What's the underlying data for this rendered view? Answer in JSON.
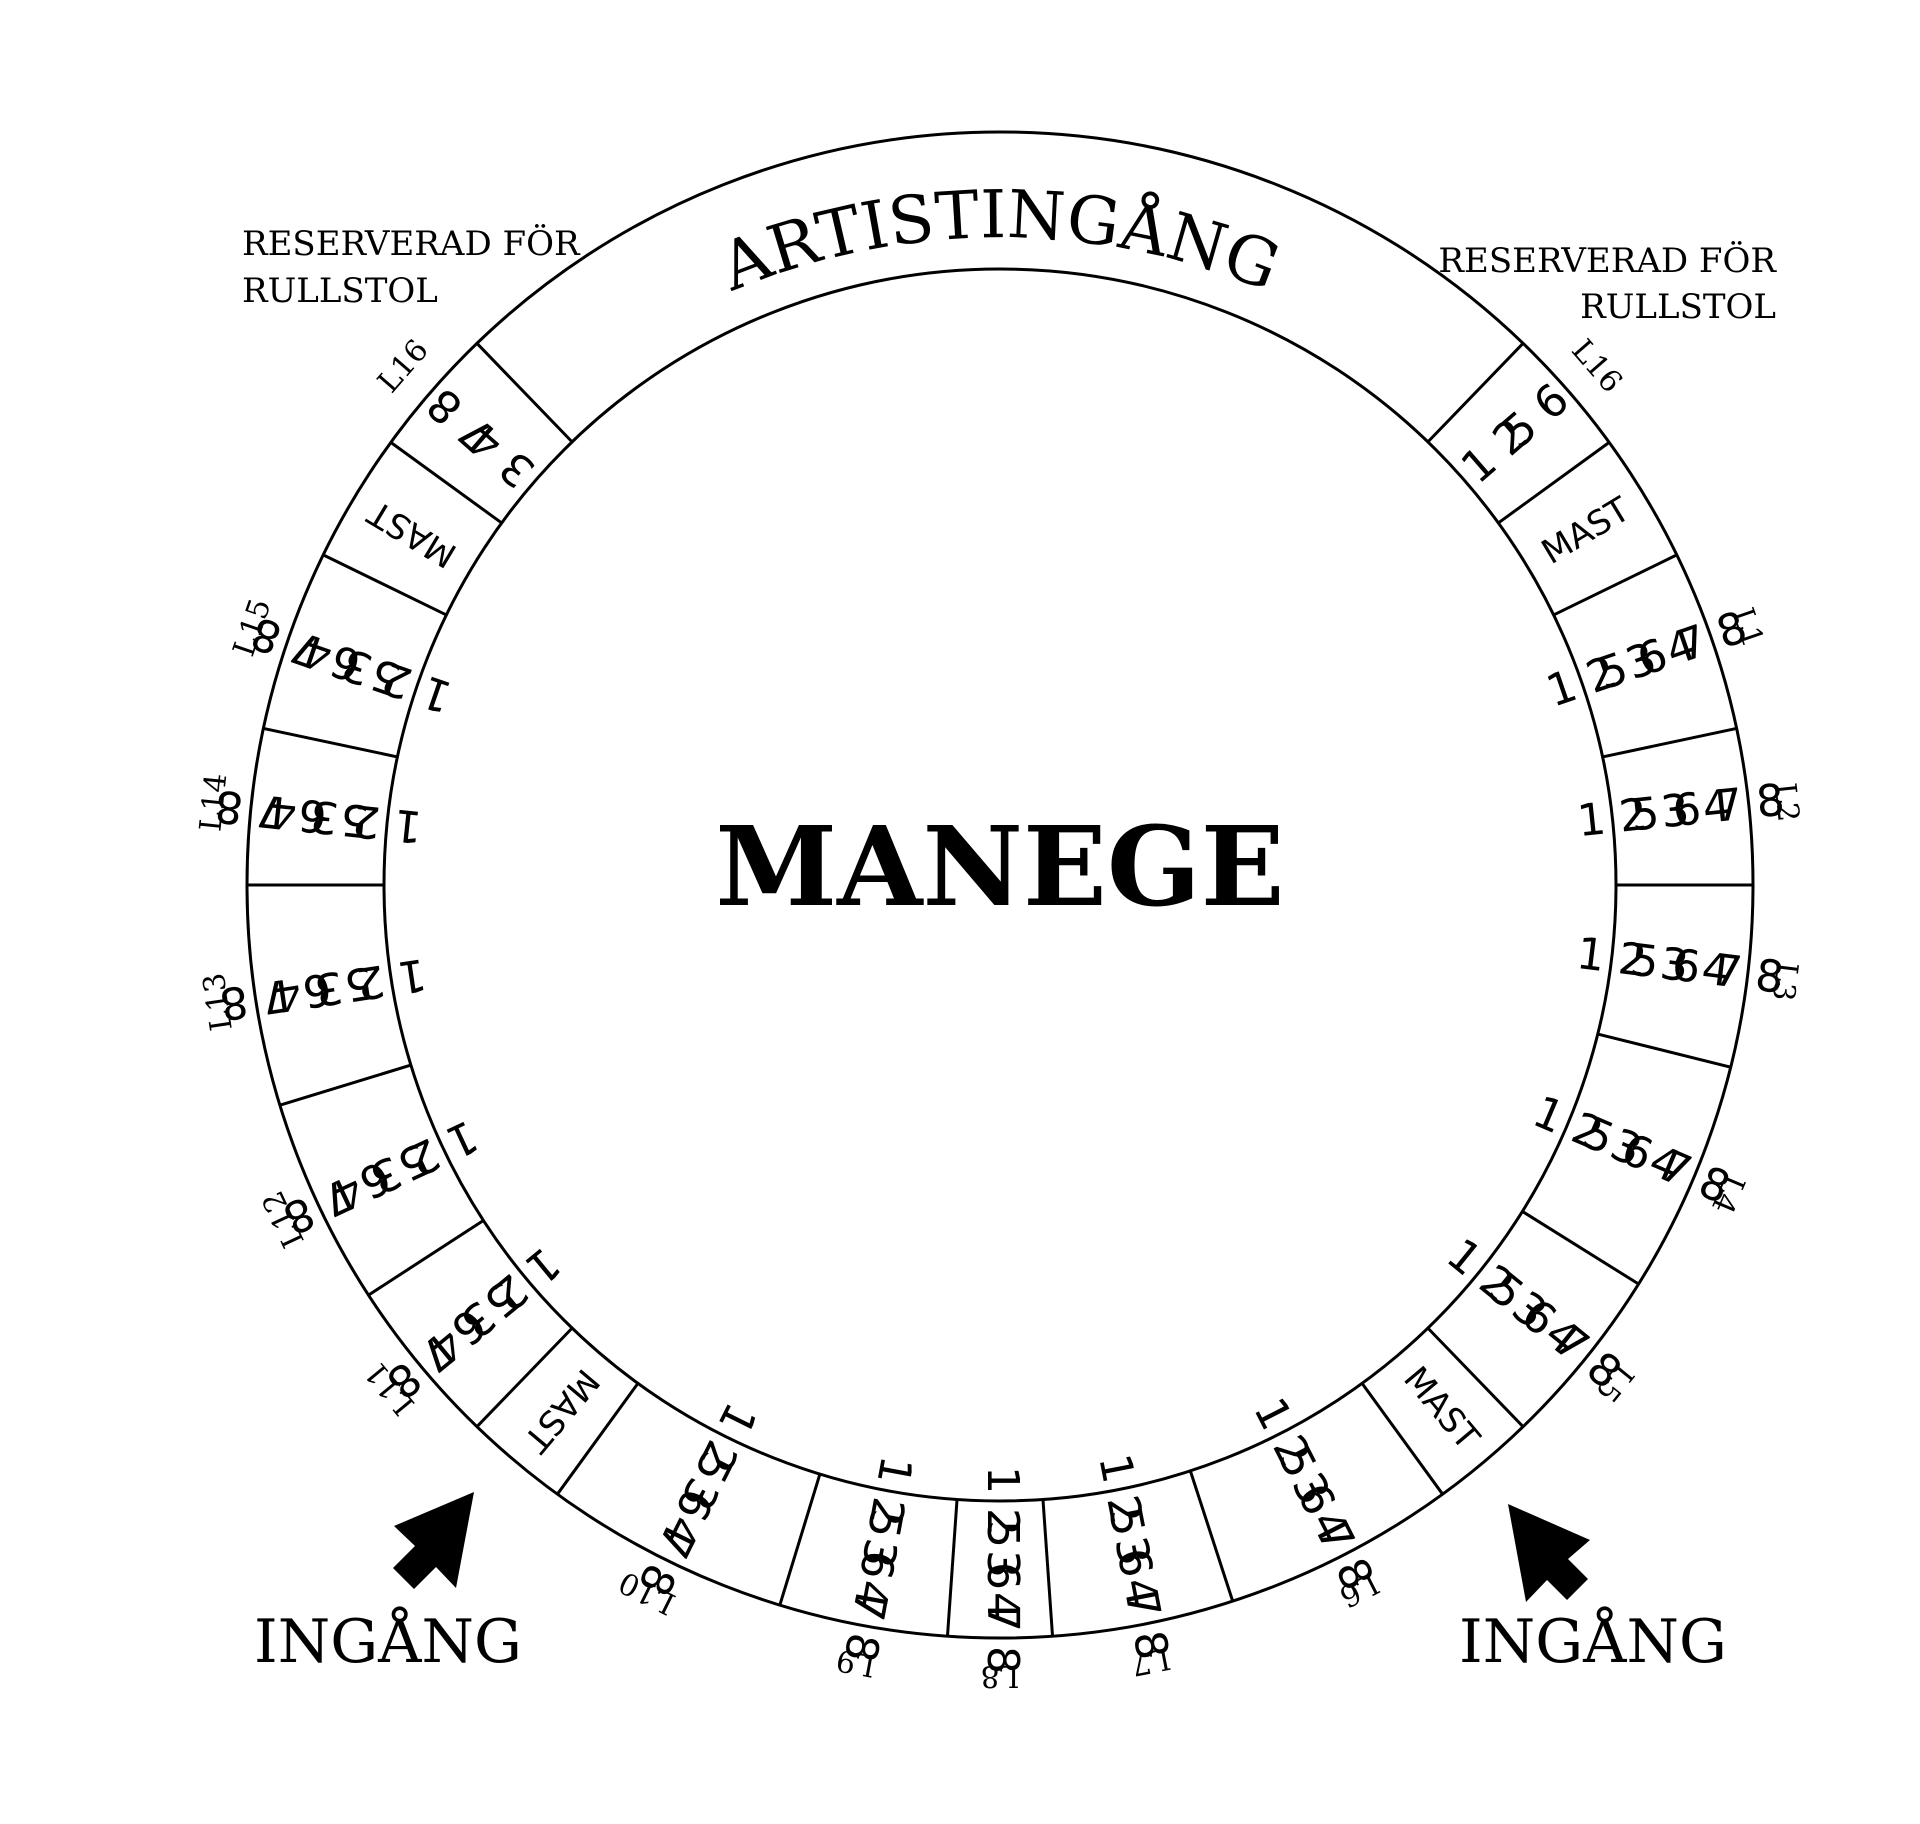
{
  "arena": {
    "label": "MANEGE"
  },
  "artist_entrance": {
    "label": "ARTISTINGÅNG"
  },
  "wheelchair": [
    {
      "side": "left",
      "line1": "RESERVERAD FÖR",
      "line2": "RULLSTOL"
    },
    {
      "side": "right",
      "line1": "RESERVERAD FÖR",
      "line2": "RULLSTOL"
    }
  ],
  "entrances": [
    {
      "side": "left",
      "label": "INGÅNG"
    },
    {
      "side": "right",
      "label": "INGÅNG"
    }
  ],
  "sections": [
    {
      "label": "L16",
      "lines": [
        "1 2",
        "5 6"
      ],
      "type": "seats"
    },
    {
      "label": "",
      "lines": [
        "MAST"
      ],
      "type": "mast"
    },
    {
      "label": "L1",
      "lines": [
        "1 2 3 4",
        "5 6 7 8"
      ],
      "type": "seats"
    },
    {
      "label": "L2",
      "lines": [
        "1 2 3 4",
        "5 6 7 8"
      ],
      "type": "seats"
    },
    {
      "label": "L3",
      "lines": [
        "1 2 3 4",
        "5 6 7 8"
      ],
      "type": "seats"
    },
    {
      "label": "L4",
      "lines": [
        "1 2 3 4",
        "5 6 7 8"
      ],
      "type": "seats"
    },
    {
      "label": "L5",
      "lines": [
        "1 2 3 4",
        "5 6 7 8"
      ],
      "type": "seats"
    },
    {
      "label": "",
      "lines": [
        "MAST"
      ],
      "type": "mast"
    },
    {
      "label": "L6",
      "lines": [
        "1 2 3 4",
        "5 6 7 8"
      ],
      "type": "seats"
    },
    {
      "label": "L7",
      "lines": [
        "1 2 3 4",
        "5 6 7 8"
      ],
      "type": "seats"
    },
    {
      "label": "L8",
      "lines": [
        "1 2 3 4",
        "5 6 7 8"
      ],
      "type": "seats"
    },
    {
      "label": "L9",
      "lines": [
        "1 2 3 4",
        "5 6 7 8"
      ],
      "type": "seats"
    },
    {
      "label": "L10",
      "lines": [
        "1 2 3 4",
        "5 6 7 8"
      ],
      "type": "seats"
    },
    {
      "label": "",
      "lines": [
        "MAST"
      ],
      "type": "mast"
    },
    {
      "label": "L11",
      "lines": [
        "1 2 3 4",
        "5 6 7 8"
      ],
      "type": "seats"
    },
    {
      "label": "L12",
      "lines": [
        "1 2 3 4",
        "5 6 7 8"
      ],
      "type": "seats"
    },
    {
      "label": "L13",
      "lines": [
        "1 2 3 4",
        "5 6 7 8"
      ],
      "type": "seats"
    },
    {
      "label": "L14",
      "lines": [
        "1 2 3 4",
        "5 6 7 8"
      ],
      "type": "seats"
    },
    {
      "label": "L15",
      "lines": [
        "1 2 3 4",
        "5 6 7 8"
      ],
      "type": "seats"
    },
    {
      "label": "",
      "lines": [
        "MAST"
      ],
      "type": "mast"
    },
    {
      "label": "L16",
      "lines": [
        "3 4",
        "7 8"
      ],
      "type": "seats"
    }
  ]
}
